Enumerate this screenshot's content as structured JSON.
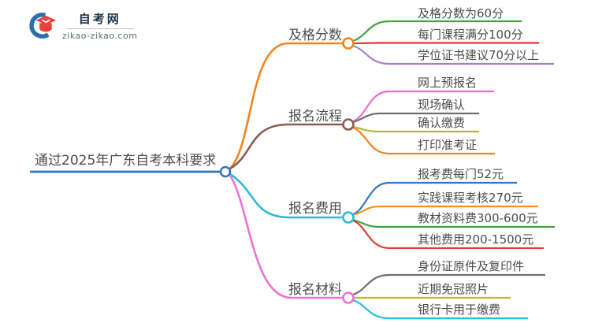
{
  "logo": {
    "title": "自考网",
    "url": "zikao-zikao.com",
    "cap_color": "#e8413b",
    "swoosh_color": "#2a6fad"
  },
  "mindmap": {
    "text_color": "#4d4d4d",
    "root": {
      "label": "通过2025年广东自考本科要求",
      "color": "#3077bd"
    },
    "branches": [
      {
        "label": "及格分数",
        "color": "#f5831d",
        "children": [
          {
            "label": "及格分数为60分",
            "color": "#3ba63f"
          },
          {
            "label": "每门课程满分100分",
            "color": "#e23b35"
          },
          {
            "label": "学位证书建议70分以上",
            "color": "#a47fd3"
          }
        ]
      },
      {
        "label": "报名流程",
        "color": "#8a5c52",
        "children": [
          {
            "label": "网上预报名",
            "color": "#ee6cc8"
          },
          {
            "label": "现场确认",
            "color": "#6f6f6f"
          },
          {
            "label": "确认缴费",
            "color": "#b1bc30"
          },
          {
            "label": "打印准考证",
            "color": "#f5831d"
          }
        ]
      },
      {
        "label": "报名费用",
        "color": "#28bcd8",
        "children": [
          {
            "label": "报考费每门52元",
            "color": "#2e78be"
          },
          {
            "label": "实践课程考核270元",
            "color": "#f98f1e"
          },
          {
            "label": "教材资料费300-600元",
            "color": "#3ba63f"
          },
          {
            "label": "其他费用200-1500元",
            "color": "#e23b35"
          }
        ]
      },
      {
        "label": "报名材料",
        "color": "#ee72d2",
        "children": [
          {
            "label": "身份证原件及复印件",
            "color": "#6f6f6f"
          },
          {
            "label": "近期免冠照片",
            "color": "#bfba2e"
          },
          {
            "label": "银行卡用于缴费",
            "color": "#1fc2dc"
          }
        ]
      }
    ]
  }
}
